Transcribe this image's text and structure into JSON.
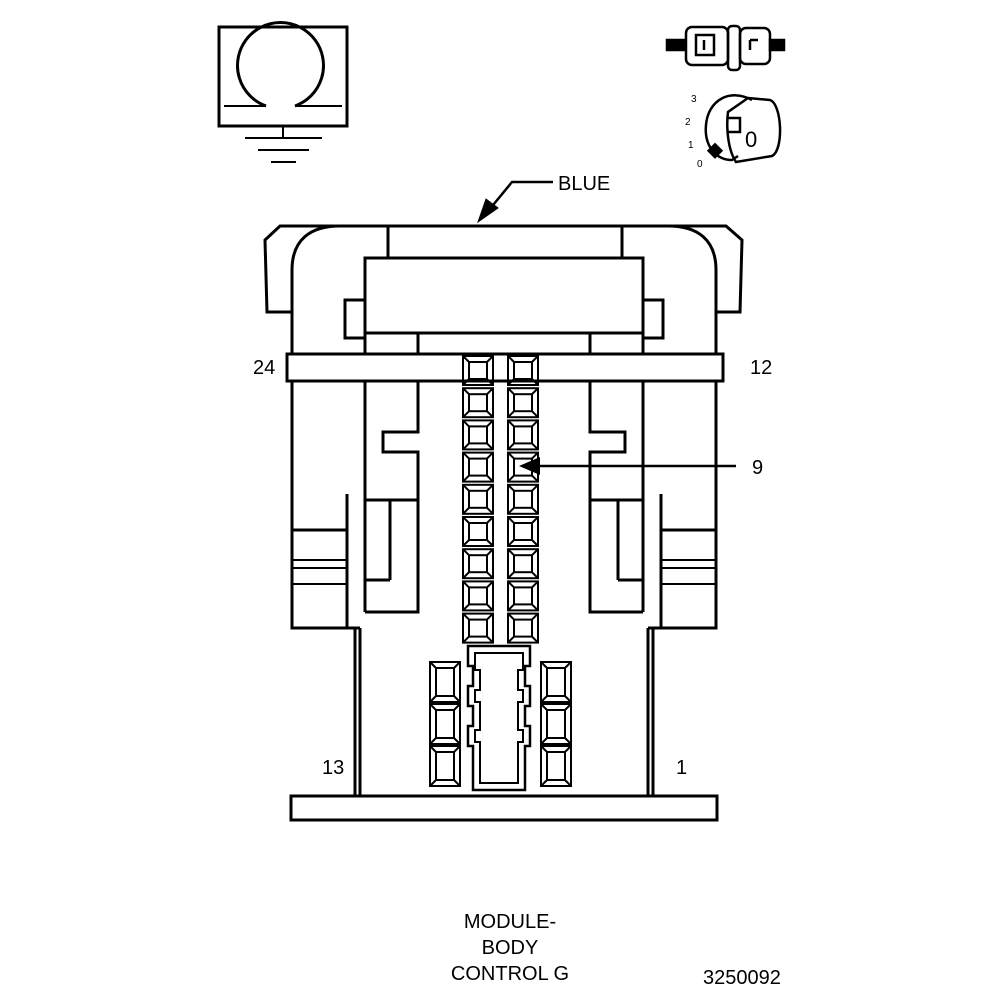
{
  "connector": {
    "color_label": "BLUE",
    "pin_labels": {
      "top_left": "24",
      "top_right": "12",
      "bottom_left": "13",
      "bottom_right": "1"
    },
    "callout": "9"
  },
  "lock_dial": {
    "positions": [
      "3",
      "2",
      "1",
      "0"
    ],
    "key_label": "0"
  },
  "footer": {
    "title_lines": [
      "MODULE-",
      "BODY",
      "CONTROL G"
    ],
    "part_number": "3250092"
  },
  "colors": {
    "line": "#000000",
    "background": "#ffffff"
  }
}
